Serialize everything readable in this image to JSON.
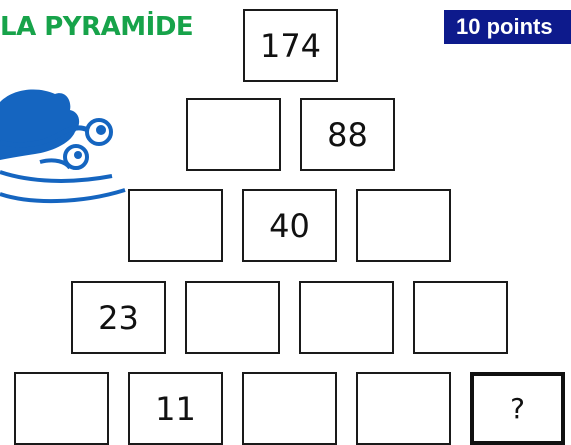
{
  "header": {
    "title": "LA PYRAMİDE",
    "points_badge": "10 points"
  },
  "pyramid": {
    "rows": [
      [
        "174"
      ],
      [
        "",
        "88"
      ],
      [
        "",
        "40",
        ""
      ],
      [
        "23",
        "",
        "",
        ""
      ],
      [
        "",
        "11",
        "",
        "",
        "?"
      ]
    ]
  },
  "colors": {
    "title": "#17a34a",
    "badge_bg": "#0d1a8c",
    "logo": "#1565c0"
  },
  "icons": {
    "logo": "blue-swirl-logo-icon"
  }
}
